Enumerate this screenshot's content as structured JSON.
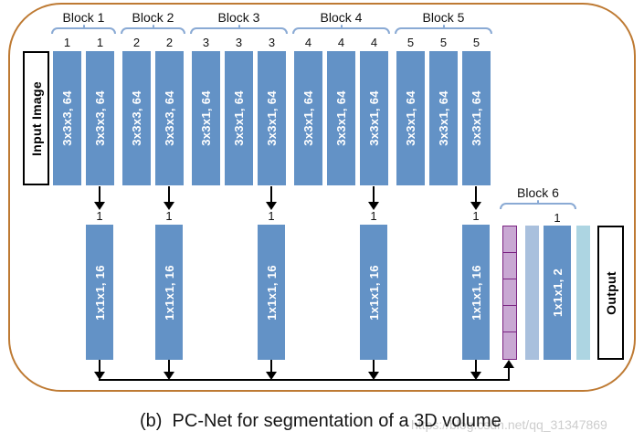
{
  "diagram": {
    "input_label": "Input Image",
    "output_label": "Output",
    "blocks": [
      {
        "label": "Block 1"
      },
      {
        "label": "Block 2"
      },
      {
        "label": "Block 3"
      },
      {
        "label": "Block 4"
      },
      {
        "label": "Block 5"
      },
      {
        "label": "Block 6"
      }
    ],
    "top_bars": [
      {
        "num": "1",
        "label": "3x3x3, 64"
      },
      {
        "num": "1",
        "label": "3x3x3, 64"
      },
      {
        "num": "2",
        "label": "3x3x3, 64"
      },
      {
        "num": "2",
        "label": "3x3x3, 64"
      },
      {
        "num": "3",
        "label": "3x3x1, 64"
      },
      {
        "num": "3",
        "label": "3x3x1, 64"
      },
      {
        "num": "3",
        "label": "3x3x1, 64"
      },
      {
        "num": "4",
        "label": "3x3x1, 64"
      },
      {
        "num": "4",
        "label": "3x3x1, 64"
      },
      {
        "num": "4",
        "label": "3x3x1, 64"
      },
      {
        "num": "5",
        "label": "3x3x1, 64"
      },
      {
        "num": "5",
        "label": "3x3x1, 64"
      },
      {
        "num": "5",
        "label": "3x3x1, 64"
      }
    ],
    "branches": [
      {
        "num": "1",
        "label": "1x1x1, 16"
      },
      {
        "num": "1",
        "label": "1x1x1, 16"
      },
      {
        "num": "1",
        "label": "1x1x1, 16"
      },
      {
        "num": "1",
        "label": "1x1x1, 16"
      },
      {
        "num": "1",
        "label": "1x1x1, 16"
      }
    ],
    "block6": {
      "num": "1",
      "conv_label": "1x1x1, 2",
      "segment_count": 5
    }
  },
  "caption": "(b)  PC-Net for segmentation of a 3D volume",
  "watermark": "https://blog.csdn.net/qq_31347869",
  "colors": {
    "bar_blue": "#6392C6",
    "brace_blue": "#8AAAD4",
    "purple_fill": "#C9A8D3",
    "purple_border": "#7B2482",
    "light_steel": "#A9C0DD",
    "light_cyan": "#ADD5E2",
    "frame_orange": "#BE7A33"
  }
}
